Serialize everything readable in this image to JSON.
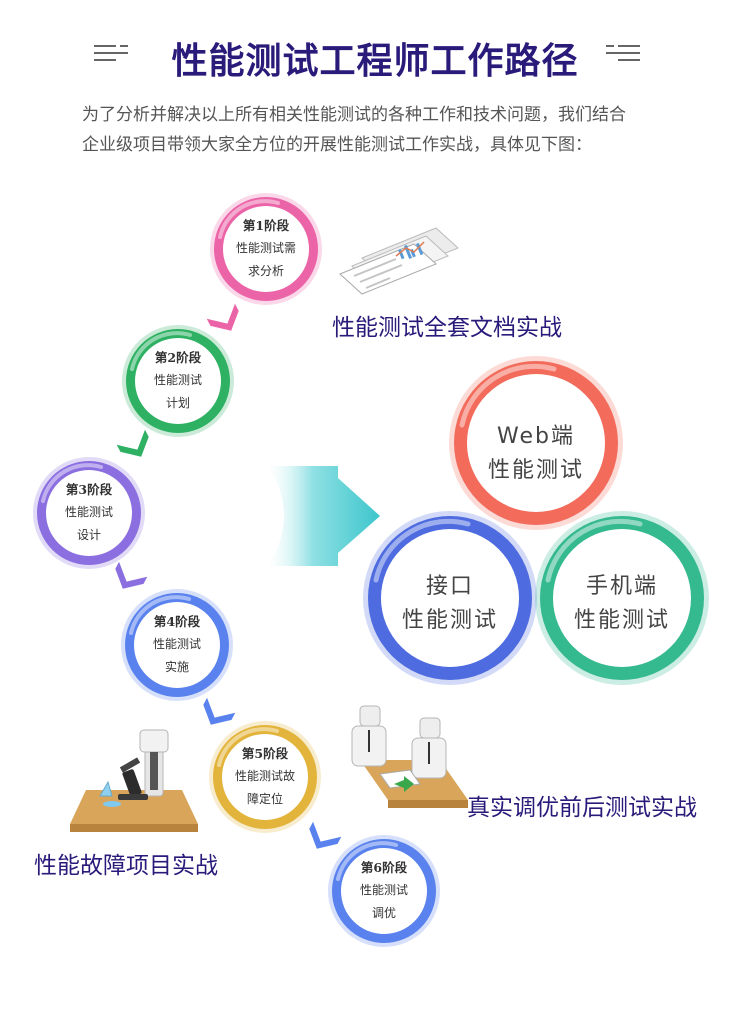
{
  "title": "性能测试工程师工作路径",
  "intro": {
    "line1": "为了分析并解决以上所有相关性能测试的各种工作和技术问题，我们结合",
    "line2": "企业级项目带领大家全方位的开展性能测试工作实战，具体见下图："
  },
  "stages": [
    {
      "stage": "第1阶段",
      "line1": "性能测试需",
      "line2": "求分析",
      "color": "#ec64a8"
    },
    {
      "stage": "第2阶段",
      "line1": "性能测试",
      "line2": "计划",
      "color": "#2fb163"
    },
    {
      "stage": "第3阶段",
      "line1": "性能测试",
      "line2": "设计",
      "color": "#8b6ee0"
    },
    {
      "stage": "第4阶段",
      "line1": "性能测试",
      "line2": "实施",
      "color": "#5a82ee"
    },
    {
      "stage": "第5阶段",
      "line1": "性能测试故",
      "line2": "障定位",
      "color": "#e3b43b"
    },
    {
      "stage": "第6阶段",
      "line1": "性能测试",
      "line2": "调优",
      "color": "#5a82ee"
    }
  ],
  "features": {
    "docs": "性能测试全套文档实战",
    "fault": "性能故障项目实战",
    "tuning": "真实调优前后测试实战"
  },
  "targets": [
    {
      "line1": "Web端",
      "line2": "性能测试",
      "color": "#f26b5b"
    },
    {
      "line1": "接口",
      "line2": "性能测试",
      "color": "#4e6ce0"
    },
    {
      "line1": "手机端",
      "line2": "性能测试",
      "color": "#35b98f"
    }
  ],
  "icons": {
    "docs": "document-report-icon",
    "fault": "lab-microscope-icon",
    "tuning": "consultation-icon"
  }
}
